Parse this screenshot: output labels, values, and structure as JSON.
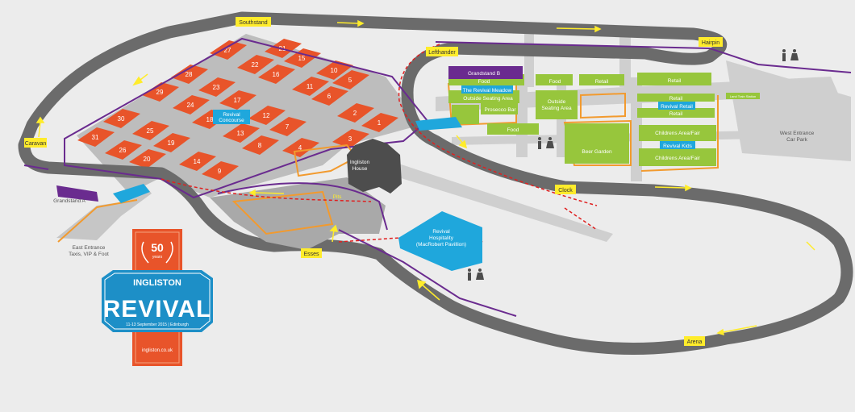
{
  "labels": {
    "southstand": "Southstand",
    "hairpin": "Hairpin",
    "lefthander": "Lefthander",
    "caravan": "Caravan",
    "clock": "Clock",
    "esses": "Esses",
    "arena": "Arena",
    "grandstand_b": "Grandstand B",
    "grandstand_a": "Grandstand A",
    "revival_meadow": "The Revival Meadow",
    "revival_concourse_1": "Revival",
    "revival_concourse_2": "Concourse",
    "revival_retail": "Revival Retail",
    "revival_kids": "Revival Kids",
    "land_train": "Land Train Station",
    "pits": "Pits",
    "ingliston_house_1": "Ingliston",
    "ingliston_house_2": "House",
    "hospitality_1": "Revival",
    "hospitality_2": "Hospitality",
    "hospitality_3": "(MacRobert Pavillion)",
    "west_entrance_1": "West Entrance",
    "west_entrance_2": "Car Park",
    "east_entrance_1": "East Entrance",
    "east_entrance_2": "Taxis, VIP & Foot"
  },
  "areas": {
    "food_1": "Food",
    "food_2": "Food",
    "food_3": "Food",
    "retail_1": "Retail",
    "retail_2": "Retail",
    "retail_3": "Retail",
    "retail_4": "Retail",
    "outside_seating_1": "Outside Seating Area",
    "outside_seating_2a": "Outside",
    "outside_seating_2b": "Seating Area",
    "prosecco_bar": "Prosecco Bar",
    "beer_garden": "Beer Garden",
    "childrens_1": "Childrens Area/Fair",
    "childrens_2": "Childrens Area/Fair"
  },
  "plots": [
    "1",
    "2",
    "3",
    "4",
    "5",
    "6",
    "7",
    "8",
    "9",
    "10",
    "11",
    "12",
    "13",
    "14",
    "15",
    "16",
    "17",
    "18",
    "19",
    "20",
    "21",
    "22",
    "23",
    "24",
    "25",
    "26",
    "27",
    "28",
    "29",
    "30",
    "31"
  ],
  "logo": {
    "badge_number": "50",
    "badge_sub": "years",
    "name_top": "INGLISTON",
    "name_main": "REVIVAL",
    "dates": "11-13 September 2015 | Edinburgh",
    "website": "ingliston.co.uk"
  },
  "colors": {
    "track": "#6b6b6b",
    "road": "#c9c9c9",
    "plot": "#e8542a",
    "green_zone": "#97c63c",
    "blue_zone": "#1fa7dc",
    "purple_line": "#6a2b8f",
    "orange_line": "#f29a2e",
    "label_yellow": "#ffec2b",
    "building": "#4d4d4d",
    "logo_orange": "#e8542a",
    "logo_blue": "#1d8fc7"
  }
}
